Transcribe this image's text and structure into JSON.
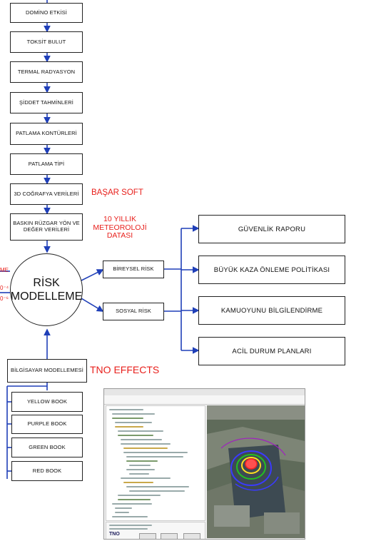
{
  "chain_boxes": [
    {
      "label": "DOMİNO ETKİSİ"
    },
    {
      "label": "TOKSİT BULUT"
    },
    {
      "label": "TERMAL RADYASYON"
    },
    {
      "label": "ŞİDDET TAHMİNLERİ"
    },
    {
      "label": "PATLAMA KONTÜRLERİ"
    },
    {
      "label": "PATLAMA TİPİ"
    },
    {
      "label": "3D COĞRAFYA VERİLERİ"
    },
    {
      "label": "BASKIN RÜZGAR YÖN VE DEĞER VERİLERİ"
    }
  ],
  "red_labels": {
    "basar_soft": "BAŞAR SOFT",
    "meteoroloji": "10 YILLIK METEOROLOJİ DATASI",
    "tno": "TNO EFFECTS",
    "left_partial_1": "ME",
    "left_partial_2": "0⁻⁴",
    "left_partial_3": "0⁻⁶"
  },
  "center": {
    "line1": "RİSK",
    "line2": "MODELLEME"
  },
  "risk_types": [
    {
      "label": "BİREYSEL RİSK"
    },
    {
      "label": "SOSYAL RİSK"
    }
  ],
  "outputs": [
    {
      "label": "GÜVENLİK RAPORU"
    },
    {
      "label": "BÜYÜK KAZA ÖNLEME POLİTİKASI"
    },
    {
      "label": "KAMUOYUNU BİLGİLENDİRME"
    },
    {
      "label": "ACİL DURUM PLANLARI"
    }
  ],
  "computer_box": {
    "label": "BİLGİSAYAR MODELLEMESİ"
  },
  "books": [
    {
      "label": "YELLOW BOOK"
    },
    {
      "label": "PURPLE BOOK"
    },
    {
      "label": "GREEN BOOK"
    },
    {
      "label": "RED BOOK"
    }
  ],
  "screenshot": {
    "logo": "TNO"
  },
  "colors": {
    "arrow": "#1f3fb8",
    "red": "#e8201c",
    "border": "#222222"
  }
}
